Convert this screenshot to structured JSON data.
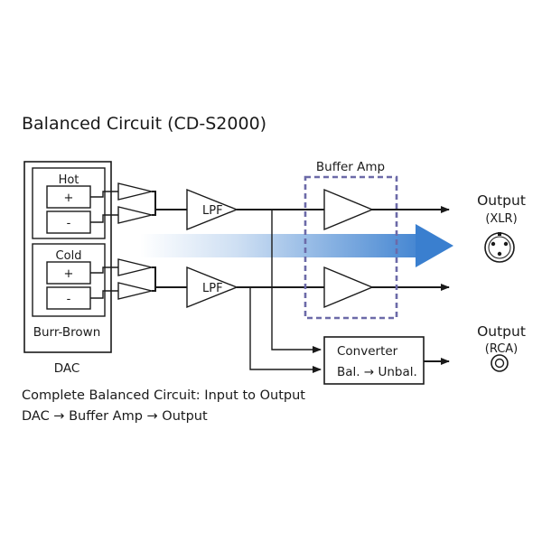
{
  "title": "Balanced Circuit (CD-S2000)",
  "dac": {
    "hot_label": "Hot",
    "cold_label": "Cold",
    "plus": "+",
    "minus": "-",
    "chip_label": "Burr-Brown",
    "caption": "DAC"
  },
  "lpf_label": "LPF",
  "buffer_amp_label": "Buffer Amp",
  "converter": {
    "line1": "Converter",
    "line2": "Bal. → Unbal."
  },
  "outputs": {
    "xlr_title": "Output",
    "xlr_sub": "(XLR)",
    "rca_title": "Output",
    "rca_sub": "(RCA)"
  },
  "caption_line1": "Complete Balanced Circuit: Input to Output",
  "caption_line2": "DAC → Buffer Amp → Output",
  "colors": {
    "line": "#1a1a1a",
    "dashed_box": "#6c6aa8",
    "flow_arrow": "#3a7fcf"
  }
}
